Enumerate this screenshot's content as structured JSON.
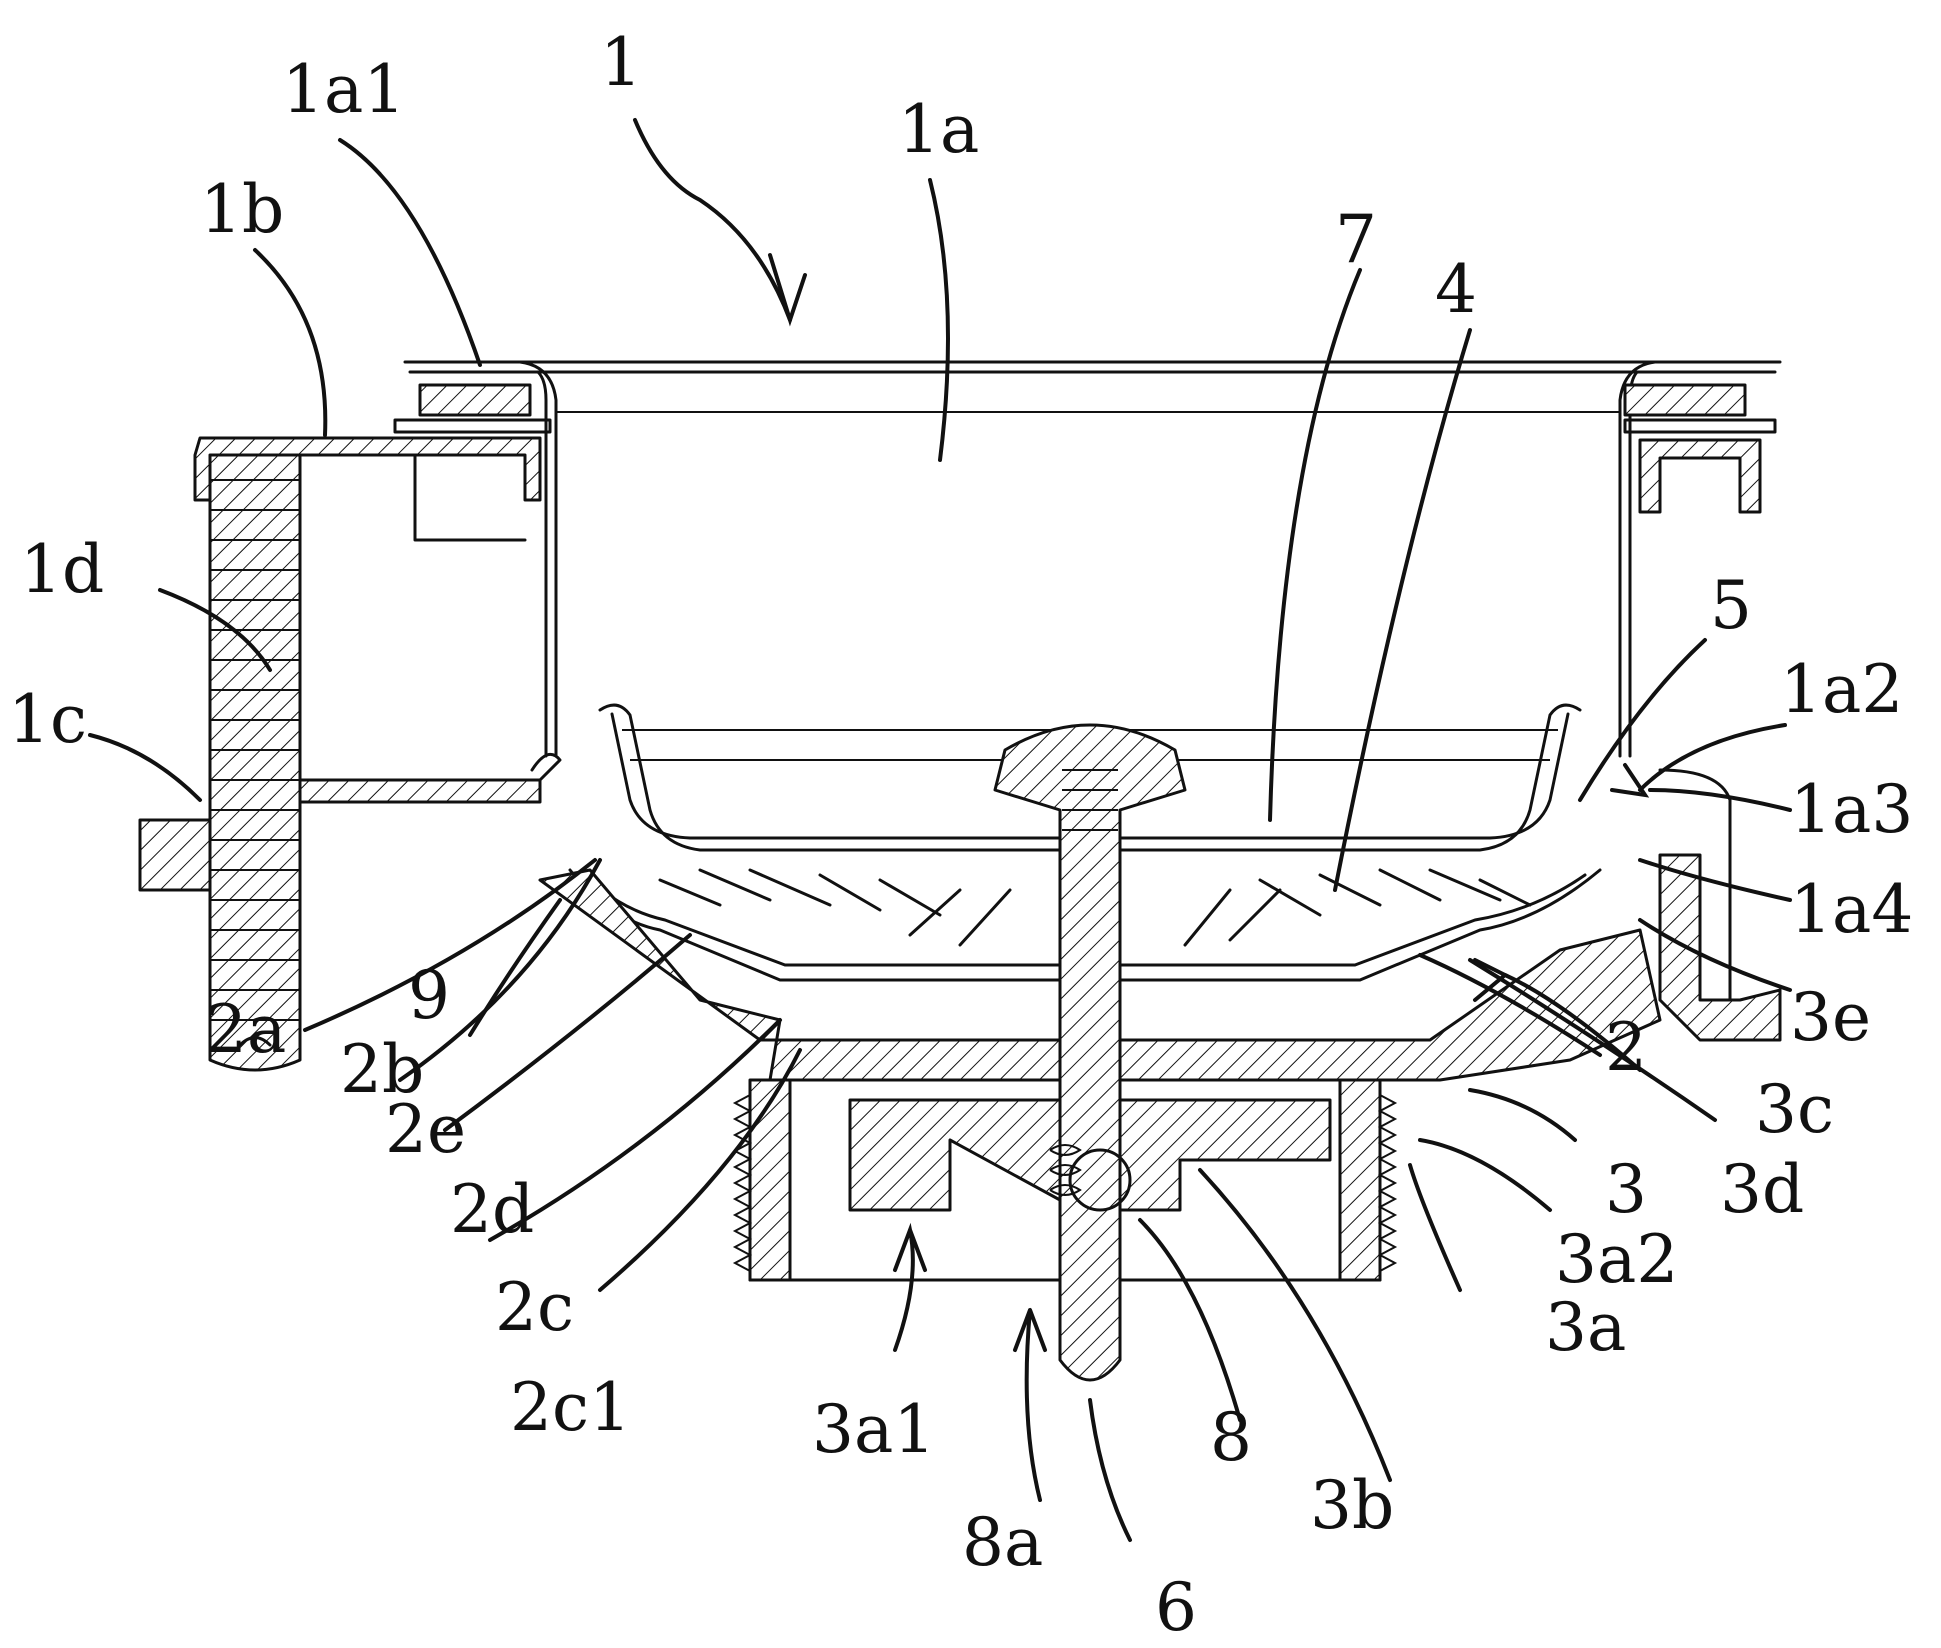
{
  "labels": {
    "l1": "1",
    "l1a1": "1a1",
    "l1a": "1a",
    "l1b": "1b",
    "l7": "7",
    "l4": "4",
    "l1d": "1d",
    "l5": "5",
    "l1a2": "1a2",
    "l1c": "1c",
    "l1a3": "1a3",
    "l1a4": "1a4",
    "l2a": "2a",
    "l9": "9",
    "l3e": "3e",
    "l2b": "2b",
    "l2": "2",
    "l3c": "3c",
    "l2e": "2e",
    "l3d": "3d",
    "l3": "3",
    "l2d": "2d",
    "l3a2": "3a2",
    "l2c": "2c",
    "l3a": "3a",
    "l2c1": "2c1",
    "l3a1": "3a1",
    "l8": "8",
    "l3b": "3b",
    "l8a": "8a",
    "l6": "6"
  }
}
